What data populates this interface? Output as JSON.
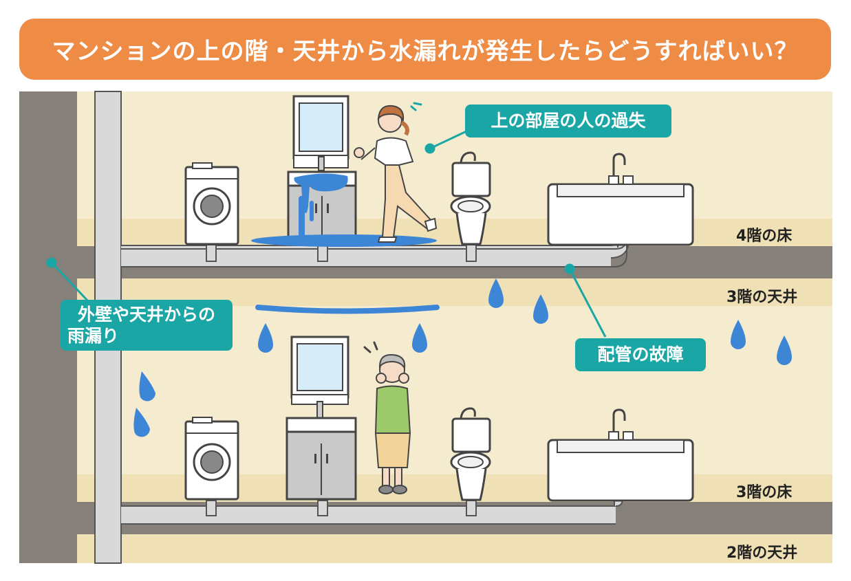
{
  "title": "マンションの上の階・天井から水漏れが発生したらどうすればいい？",
  "callouts": {
    "upper_person": "上の部屋の人の過失",
    "wall_rain_line1": "外壁や天井からの",
    "wall_rain_line2": "雨漏り",
    "pipe": "配管の故障"
  },
  "floor_labels": {
    "floor4": "4階の床",
    "ceiling3": "3階の天井",
    "floor3": "3階の床",
    "ceiling2": "2階の天井"
  },
  "colors": {
    "title_bg": "#ee8b45",
    "callout_bg": "#19a6a5",
    "wall": "#86807a",
    "beige": "#efe1b5",
    "water": "#3d86d6"
  }
}
